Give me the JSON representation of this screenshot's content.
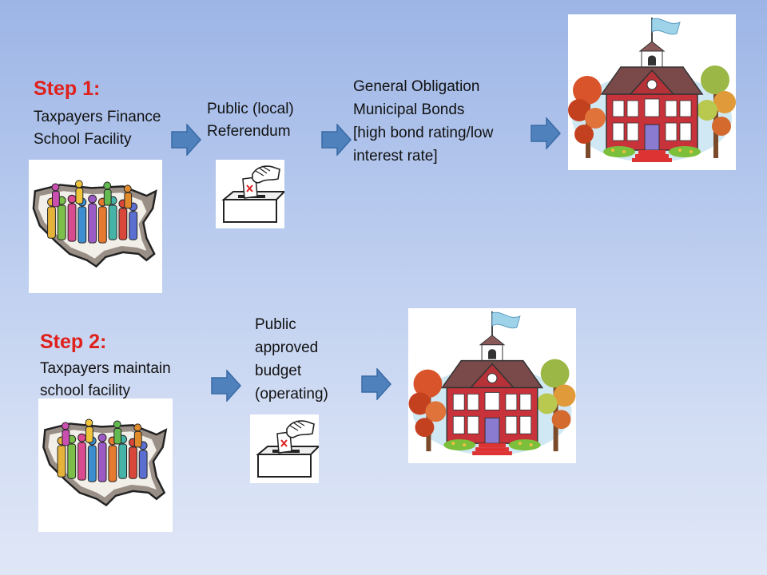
{
  "step1": {
    "title": "Step 1:",
    "line1": "Taxpayers Finance",
    "line2": "School Facility",
    "referendum": [
      "Public (local)",
      "Referendum"
    ],
    "bonds": [
      "General Obligation",
      "Municipal Bonds",
      "[high bond rating/low",
      "interest rate]"
    ]
  },
  "step2": {
    "title": "Step 2:",
    "line1": "Taxpayers maintain",
    "line2": "school facility",
    "budget": [
      "Public",
      "approved",
      "budget",
      "(operating)"
    ]
  },
  "colors": {
    "step_title": "#e0201b",
    "arrow": "#4f81bd",
    "arrow_border": "#3a6aa6"
  },
  "icons": [
    "crowd-map-icon",
    "ballot-box-icon",
    "schoolhouse-icon",
    "right-arrow-icon"
  ]
}
